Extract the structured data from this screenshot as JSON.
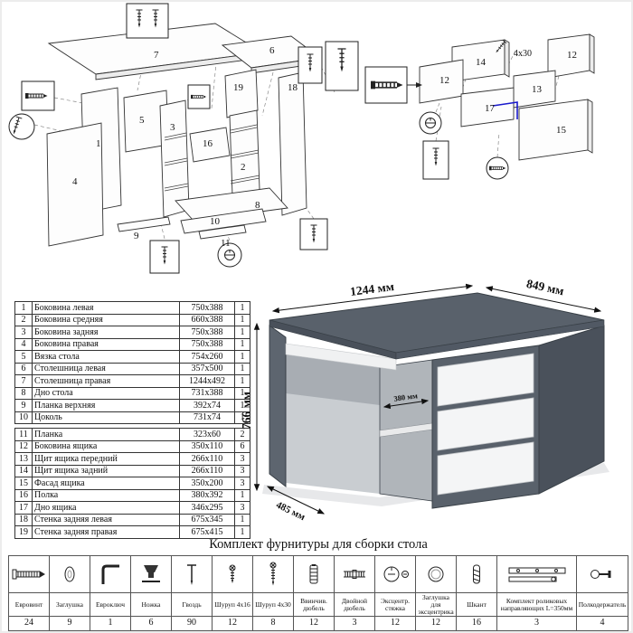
{
  "dimensions": {
    "width": "1244 мм",
    "depth": "849 мм",
    "height": "766 мм",
    "base_depth": "485 мм",
    "shelf_depth": "380 мм"
  },
  "diagram_main": {
    "labels": {
      "p1": "1",
      "p2": "2",
      "p3": "3",
      "p4": "4",
      "p5": "5",
      "p6": "6",
      "p7": "7",
      "p8": "8",
      "p9": "9",
      "p10": "10",
      "p11": "11",
      "p16": "16",
      "p18": "18",
      "p19": "19"
    }
  },
  "diagram_drawer": {
    "labels": {
      "p12a": "12",
      "p12b": "12",
      "p13": "13",
      "p14": "14",
      "p15": "15",
      "p17": "17"
    },
    "screw_size_note": "4x30"
  },
  "parts": {
    "block1": [
      {
        "num": "1",
        "name": "Боковина левая",
        "size": "750x388",
        "qty": "1"
      },
      {
        "num": "2",
        "name": "Боковина средняя",
        "size": "660x388",
        "qty": "1"
      },
      {
        "num": "3",
        "name": "Боковина задняя",
        "size": "750x388",
        "qty": "1"
      },
      {
        "num": "4",
        "name": "Боковина правая",
        "size": "750x388",
        "qty": "1"
      },
      {
        "num": "5",
        "name": "Вязка стола",
        "size": "754x260",
        "qty": "1"
      },
      {
        "num": "6",
        "name": "Столешница левая",
        "size": "357x500",
        "qty": "1"
      },
      {
        "num": "7",
        "name": "Столешница правая",
        "size": "1244x492",
        "qty": "1"
      },
      {
        "num": "8",
        "name": "Дно стола",
        "size": "731x388",
        "qty": "1"
      },
      {
        "num": "9",
        "name": "Планка верхняя",
        "size": "392x74",
        "qty": "1"
      },
      {
        "num": "10",
        "name": "Цоколь",
        "size": "731x74",
        "qty": "1"
      }
    ],
    "block2": [
      {
        "num": "11",
        "name": "Планка",
        "size": "323x60",
        "qty": "2"
      },
      {
        "num": "12",
        "name": "Боковина ящика",
        "size": "350x110",
        "qty": "6"
      },
      {
        "num": "13",
        "name": "Щит ящика передний",
        "size": "266x110",
        "qty": "3"
      },
      {
        "num": "14",
        "name": "Щит ящика задний",
        "size": "266x110",
        "qty": "3"
      },
      {
        "num": "15",
        "name": "Фасад ящика",
        "size": "350x200",
        "qty": "3"
      },
      {
        "num": "16",
        "name": "Полка",
        "size": "380x392",
        "qty": "1"
      },
      {
        "num": "17",
        "name": "Дно ящика",
        "size": "346x295",
        "qty": "3"
      },
      {
        "num": "18",
        "name": "Стенка задняя левая",
        "size": "675x345",
        "qty": "1"
      },
      {
        "num": "19",
        "name": "Стенка задняя правая",
        "size": "675x415",
        "qty": "1"
      }
    ]
  },
  "hardware": {
    "title": "Комплект фурнитуры для сборки стола",
    "items": [
      {
        "name": "Евровинт",
        "qty": "24",
        "icon": "eurobolt-icon"
      },
      {
        "name": "Заглушка",
        "qty": "9",
        "icon": "plug-icon"
      },
      {
        "name": "Евроключ",
        "qty": "1",
        "icon": "hex-key-icon"
      },
      {
        "name": "Ножка",
        "qty": "6",
        "icon": "leg-icon"
      },
      {
        "name": "Гвоздь",
        "qty": "90",
        "icon": "nail-icon"
      },
      {
        "name": "Шуруп 4x16",
        "qty": "12",
        "icon": "screw-4x16-icon"
      },
      {
        "name": "Шуруп 4x30",
        "qty": "8",
        "icon": "screw-4x30-icon"
      },
      {
        "name": "Ввинчив. дюбель",
        "qty": "12",
        "icon": "screw-in-dowel-icon"
      },
      {
        "name": "Двойной дюбель",
        "qty": "3",
        "icon": "double-dowel-icon"
      },
      {
        "name": "Эксцентр. стяжка",
        "qty": "12",
        "icon": "cam-lock-icon"
      },
      {
        "name": "Заглушка для эксцентрика",
        "qty": "12",
        "icon": "cam-cap-icon"
      },
      {
        "name": "Шкант",
        "qty": "16",
        "icon": "wood-dowel-icon"
      },
      {
        "name": "Комплект роликовых направляющих L=350мм",
        "qty": "3",
        "icon": "drawer-slides-icon"
      },
      {
        "name": "Полкодержатель",
        "qty": "4",
        "icon": "shelf-pin-icon"
      }
    ]
  }
}
